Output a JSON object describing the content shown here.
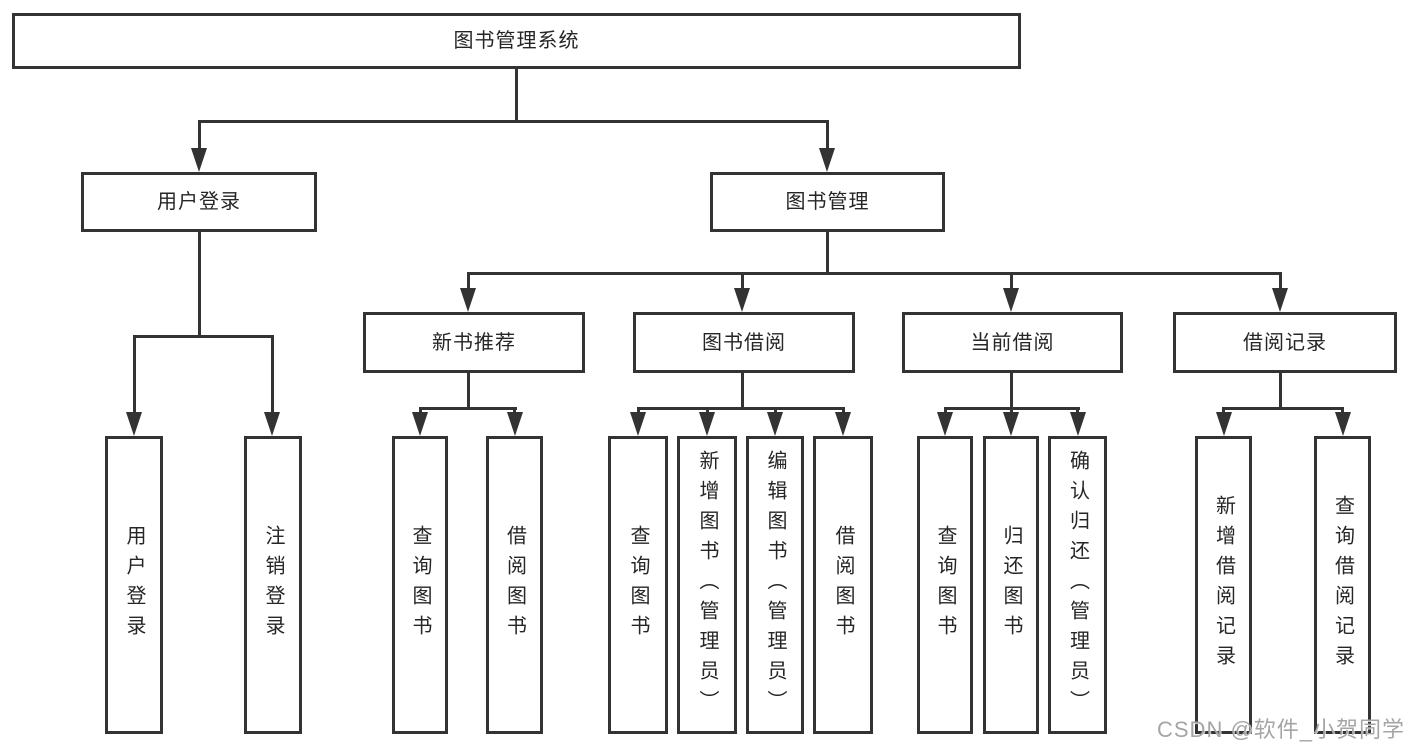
{
  "diagram": {
    "title": "图书管理系统",
    "type": "function-structure-tree",
    "tree": {
      "label": "图书管理系统",
      "children": [
        {
          "label": "用户登录",
          "children": [
            {
              "label": "用户登录"
            },
            {
              "label": "注销登录"
            }
          ]
        },
        {
          "label": "图书管理",
          "children": [
            {
              "label": "新书推荐",
              "children": [
                {
                  "label": "查询图书"
                },
                {
                  "label": "借阅图书"
                }
              ]
            },
            {
              "label": "图书借阅",
              "children": [
                {
                  "label": "查询图书"
                },
                {
                  "label": "新增图书（管理员）"
                },
                {
                  "label": "编辑图书（管理员）"
                },
                {
                  "label": "借阅图书"
                }
              ]
            },
            {
              "label": "当前借阅",
              "children": [
                {
                  "label": "查询图书"
                },
                {
                  "label": "归还图书"
                },
                {
                  "label": "确认归还（管理员）"
                }
              ]
            },
            {
              "label": "借阅记录",
              "children": [
                {
                  "label": "新增借阅记录"
                },
                {
                  "label": "查询借阅记录"
                }
              ]
            }
          ]
        }
      ]
    }
  },
  "watermark": {
    "text": "CSDN @软件_小贺同学"
  },
  "colors": {
    "line": "#333333",
    "box_fill": "#ffffff",
    "text": "#262626",
    "watermark": "#a5a5a5",
    "background": "#ffffff"
  }
}
